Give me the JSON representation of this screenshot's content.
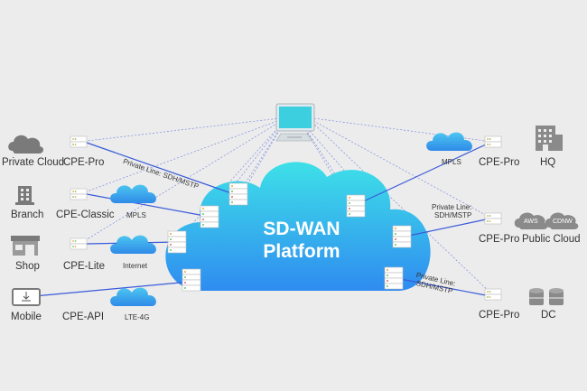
{
  "diagram": {
    "title_line1": "SD-WAN",
    "title_line2": "Platform",
    "left_sites": [
      {
        "site": "Private Cloud",
        "device": "CPE-Pro",
        "link": "Private Line: SDH/MSTP"
      },
      {
        "site": "Branch",
        "device": "CPE-Classic",
        "link": "MPLS"
      },
      {
        "site": "Shop",
        "device": "CPE-Lite",
        "link": "Internet"
      },
      {
        "site": "Mobile",
        "device": "CPE-API",
        "link": "LTE-4G"
      }
    ],
    "right_sites": [
      {
        "site": "HQ",
        "device": "CPE-Pro",
        "link": "MPLS"
      },
      {
        "site": "Public Cloud",
        "device": "CPE-Pro",
        "link_line1": "Private Line:",
        "link_line2": "SDH/MSTP",
        "badges": [
          "AWS",
          "CDNW"
        ]
      },
      {
        "site": "DC",
        "device": "CPE-Pro",
        "link_line1": "Private Line:",
        "link_line2": "SDH/MSTP"
      }
    ]
  },
  "colors": {
    "background": "#ececec",
    "cloud_top": "#3ee0e8",
    "cloud_bottom": "#2f8cf0",
    "link_line": "#3a5bd9",
    "mgmt_dashed": "#7a8ce0",
    "small_cloud": "#3aa3e8",
    "icon_gray": "#777777"
  },
  "icons": {
    "management": "monitor-icon",
    "private_cloud": "cloud-icon",
    "branch": "building-icon",
    "shop": "storefront-icon",
    "mobile": "tablet-icon",
    "hq": "office-building-icon",
    "dc": "database-icon",
    "cpe": "router-icon",
    "edge": "server-stack-icon"
  }
}
